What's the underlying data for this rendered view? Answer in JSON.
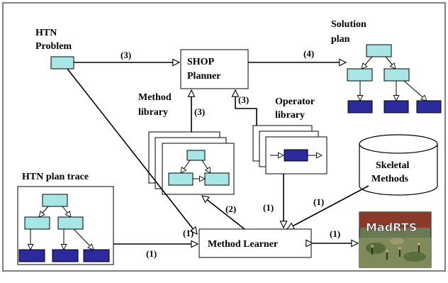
{
  "colors": {
    "node_fill": "#a8e6e6",
    "leaf_fill": "#2b2a9e",
    "border": "#000000",
    "background": "#ffffff"
  },
  "labels": {
    "htn_problem_line1": "HTN",
    "htn_problem_line2": "Problem",
    "solution_line1": "Solution",
    "solution_line2": "plan",
    "shop_line1": "SHOP",
    "shop_line2": "Planner",
    "method_lib_line1": "Method",
    "method_lib_line2": "library",
    "operator_lib_line1": "Operator",
    "operator_lib_line2": "library",
    "htn_plan_trace": "HTN plan trace",
    "skeletal_line1": "Skeletal",
    "skeletal_line2": "Methods",
    "method_learner": "Method Learner",
    "game_logo": "MadRTS"
  },
  "arrow_labels": {
    "problem_to_shop": "(3)",
    "shop_to_solution": "(4)",
    "method_lib_to_shop": "(3)",
    "operator_lib_to_shop": "(3)",
    "learner_to_method_lib": "(2)",
    "operator_lib_to_learner": "(1)",
    "skeletal_to_learner": "(1)",
    "problem_to_learner": "(1)",
    "trace_to_learner": "(1)",
    "learner_game_link": "(1)"
  }
}
